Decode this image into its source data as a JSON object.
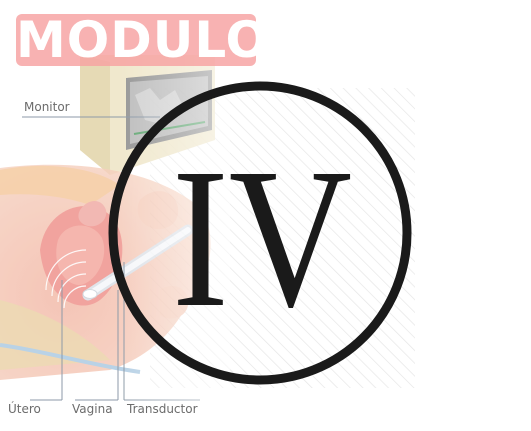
{
  "title": "MODULO",
  "numeral": "IV",
  "diagram_labels": {
    "monitor": "Monitor",
    "utero": "Útero",
    "vagina": "Vagina",
    "transductor": "Transductor"
  },
  "colors": {
    "badge": "#f6a1a1",
    "badge_text": "#ffffff",
    "circle": "#1a1a1a",
    "label_text": "#6c6c6c"
  }
}
